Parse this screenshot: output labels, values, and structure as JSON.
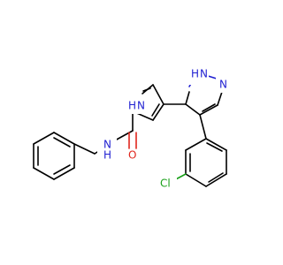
{
  "labels": {
    "pyrrole_nh": "N",
    "pyrrole_nh_h": "H",
    "pyrazole_nh": "N",
    "pyrazole_nh_h": "H",
    "pyrazole_n": "N",
    "amide_nh": "N",
    "amide_nh_h": "H",
    "amide_o": "O",
    "chlorine": "Cl"
  },
  "colors": {
    "carbon": "#000000",
    "nitrogen": "#1f1fd1",
    "oxygen": "#e0261d",
    "chlorine": "#19a019",
    "background": "#ffffff"
  }
}
